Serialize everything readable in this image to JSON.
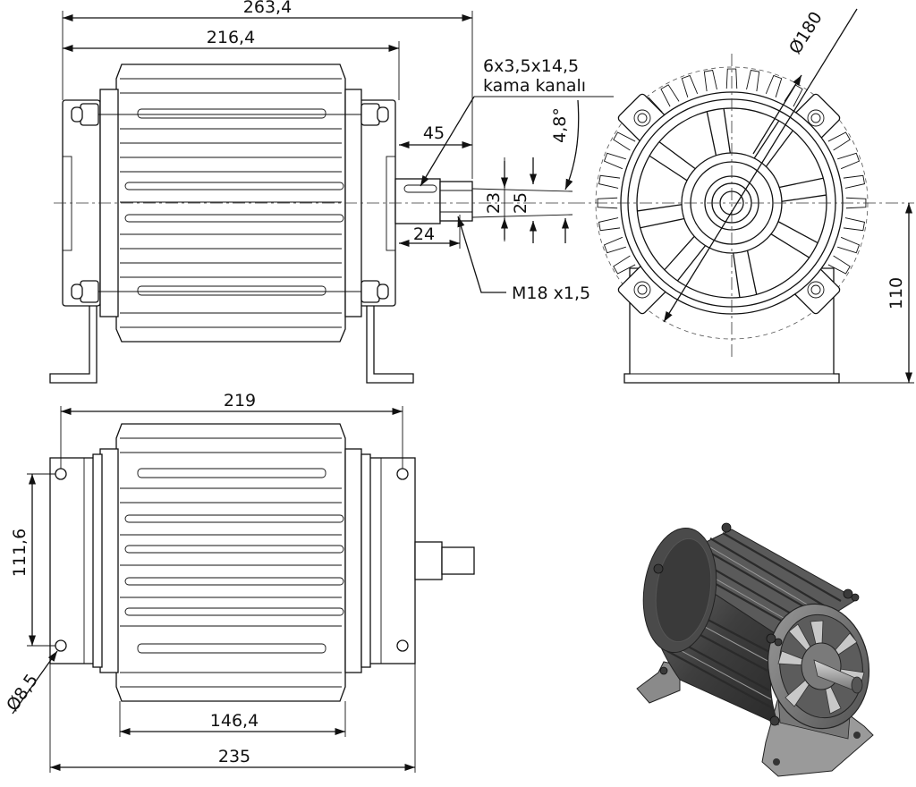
{
  "dimensions": {
    "overall_length": "263,4",
    "body_length": "216,4",
    "shaft_extension": "45",
    "keyway_label_line1": "6x3,5x14,5",
    "keyway_label_line2": "kama kanalı",
    "taper_angle": "4,8°",
    "shaft_dia_small": "23",
    "shaft_dia_large": "25",
    "thread_length": "24",
    "thread_spec": "M18 x1,5",
    "flange_diameter": "Ø180",
    "shaft_height": "110",
    "base_width": "219",
    "hole_spacing": "111,6",
    "hole_diameter": "Ø8,5",
    "body_length_top": "146,4",
    "base_length": "235"
  },
  "colors": {
    "line": "#111111",
    "render_dark": "#4a4a4a",
    "render_mid": "#7a7a7a",
    "render_light": "#b8b8b8"
  }
}
